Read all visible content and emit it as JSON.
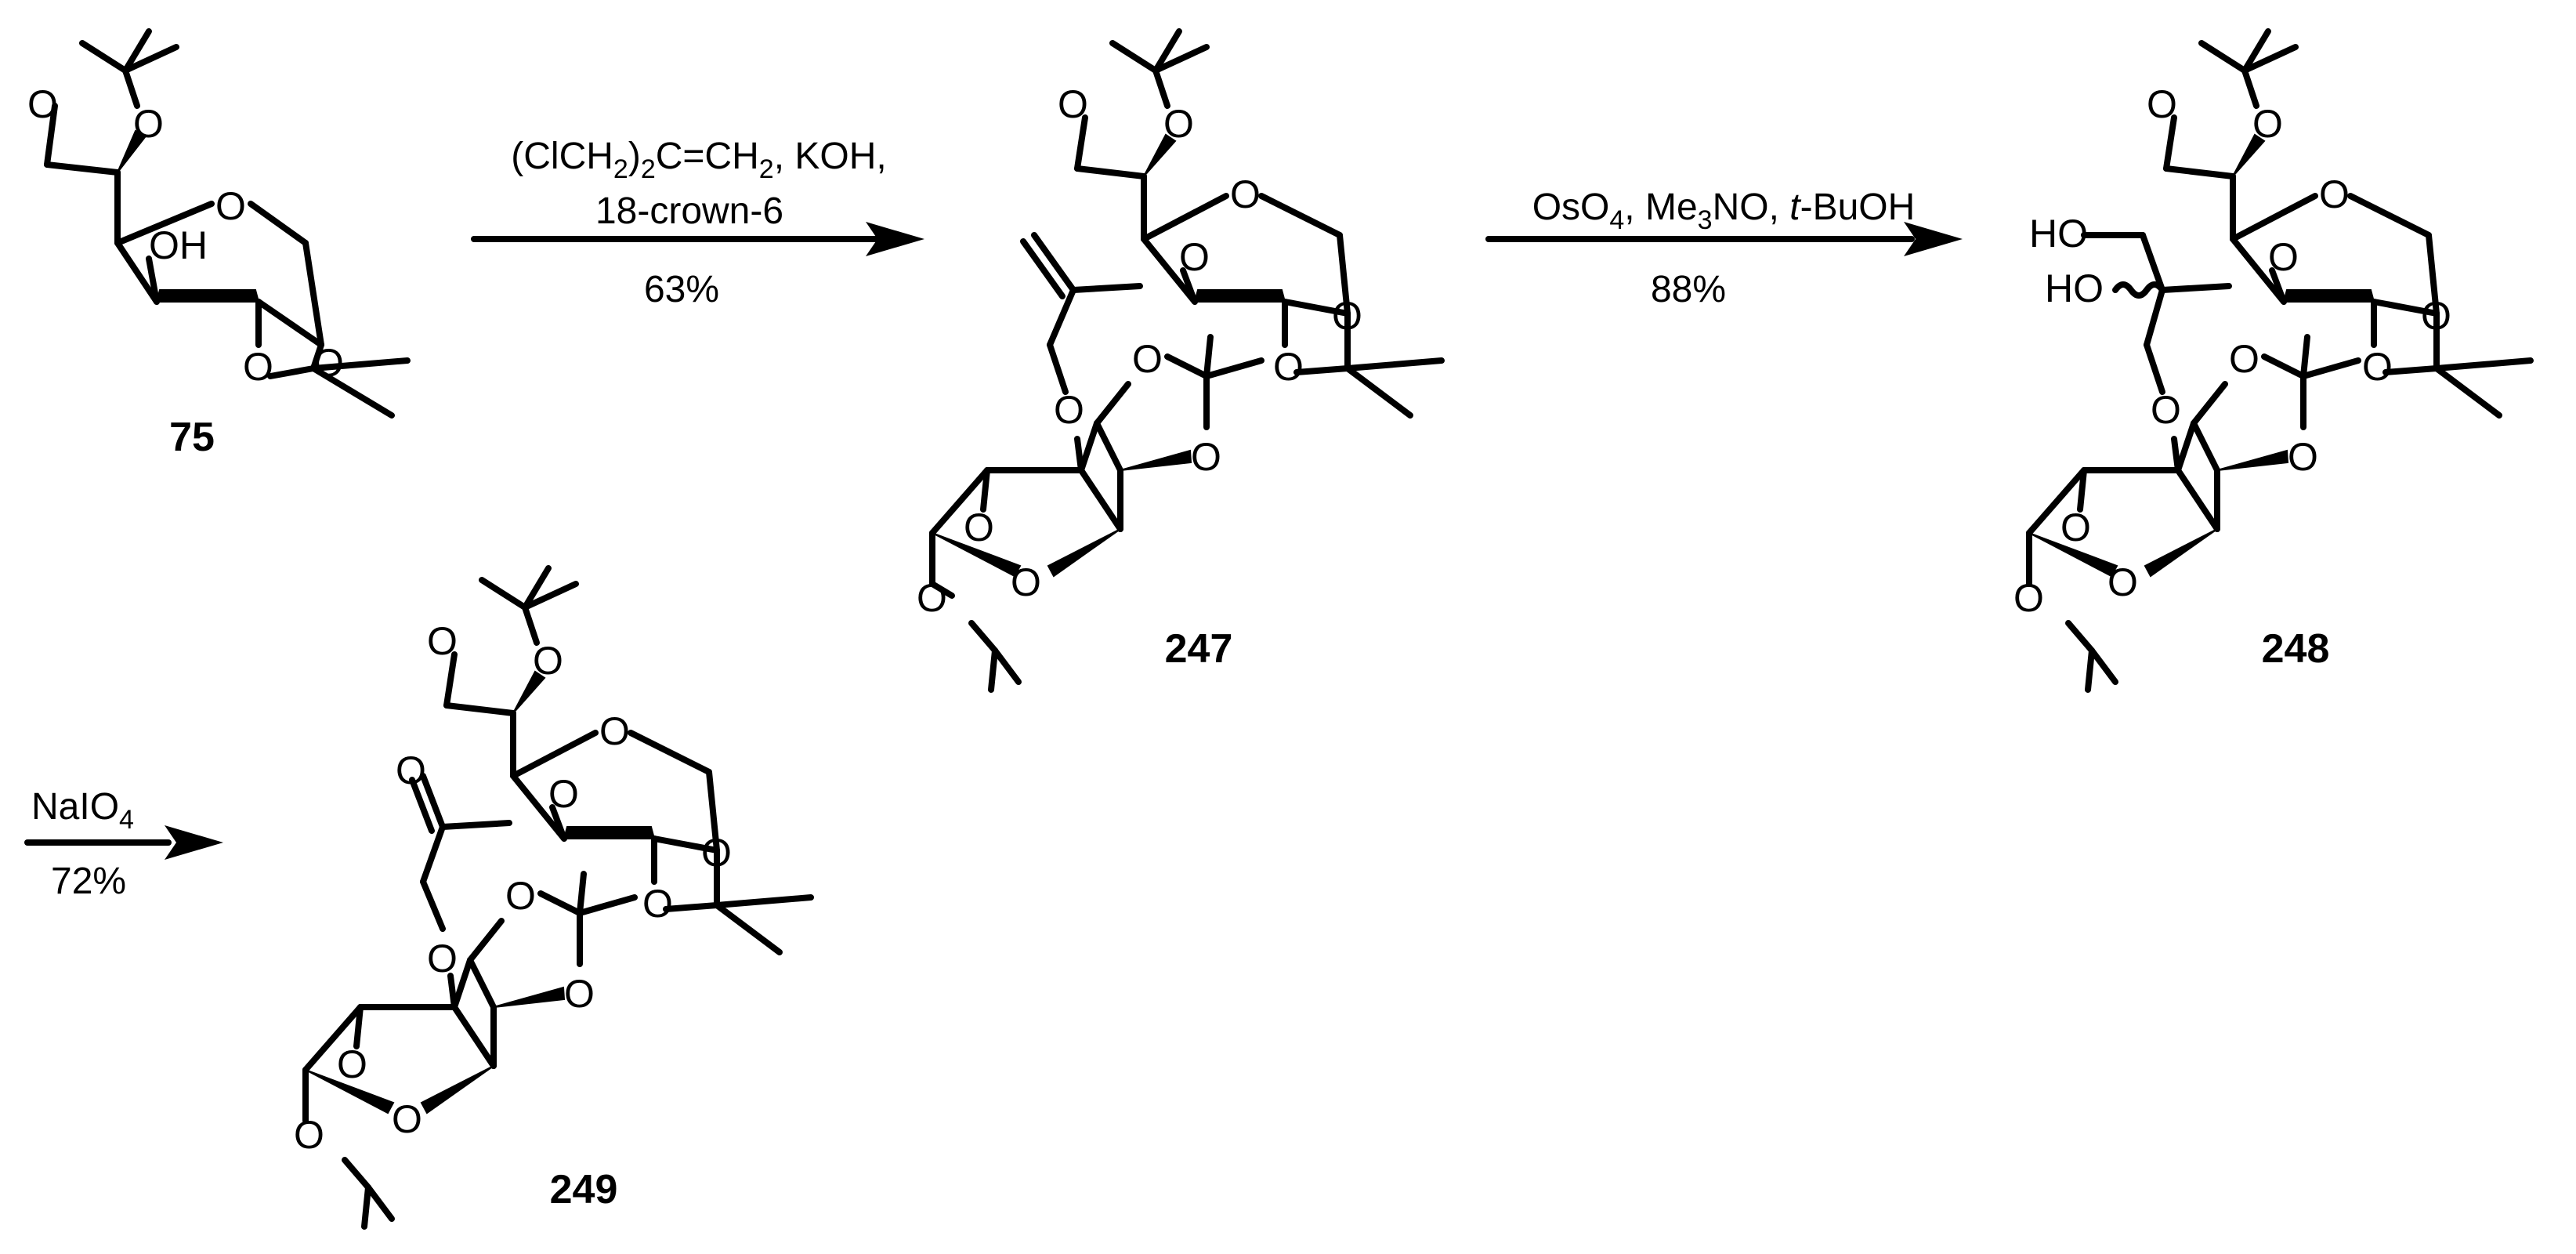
{
  "compounds": [
    {
      "label": "75"
    },
    {
      "label": "247"
    },
    {
      "label": "248"
    },
    {
      "label": "249"
    }
  ],
  "atoms": {
    "O": "O",
    "OH": "OH",
    "HO": "HO"
  },
  "arrows": [
    {
      "reagents_line1_a": "(ClCH",
      "reagents_line1_sub1": "2",
      "reagents_line1_b": ")",
      "reagents_line1_sub2": "2",
      "reagents_line1_c": "C=CH",
      "reagents_line1_sub3": "2",
      "reagents_line1_d": ", KOH,",
      "reagents_line2": "18-crown-6",
      "yield": "63%"
    },
    {
      "reagents_a": "OsO",
      "reagents_sub1": "4",
      "reagents_b": ", Me",
      "reagents_sub2": "3",
      "reagents_c": "NO, ",
      "reagents_italic": "t",
      "reagents_d": "-BuOH",
      "yield": "88%"
    },
    {
      "reagents_a": "NaIO",
      "reagents_sub1": "4",
      "yield": "72%"
    }
  ]
}
